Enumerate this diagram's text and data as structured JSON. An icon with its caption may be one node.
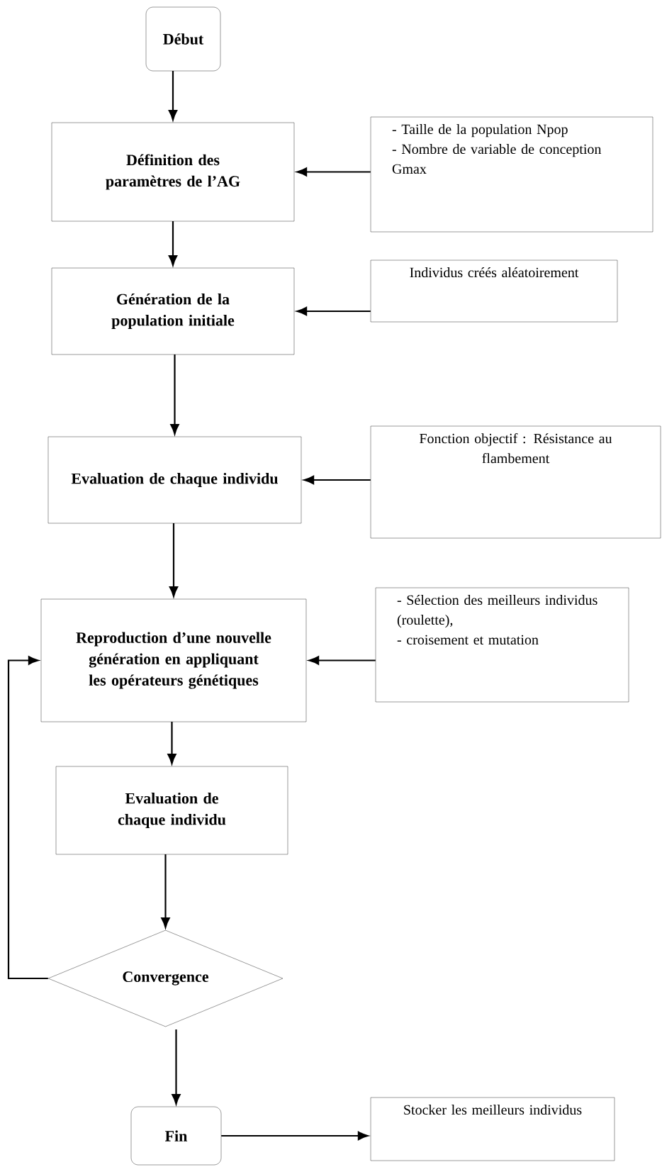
{
  "diagram": {
    "nodes": [
      {
        "text": [
          "Début"
        ]
      },
      {
        "text": [
          "Définition des paramètres de l’AG"
        ]
      },
      {
        "text": [
          "- Taille de la population Npop",
          "- Nombre de variable de conception Gmax"
        ]
      },
      {
        "text": [
          "Génération de la population initiale"
        ]
      },
      {
        "text": [
          "Individus créés aléatoirement"
        ]
      },
      {
        "text": [
          "Evaluation de chaque individu"
        ]
      },
      {
        "text": [
          "Fonction objectif : Résistance au flambement"
        ]
      },
      {
        "text": [
          "Reproduction d’une nouvelle génération en appliquant les opérateurs génétiques"
        ]
      },
      {
        "text": [
          "- Sélection des meilleurs individus (roulette),",
          "- croisement et mutation"
        ]
      },
      {
        "text": [
          "Evaluation de chaque individu"
        ]
      },
      {
        "text": [
          "Convergence"
        ]
      },
      {
        "text": [
          "Fin"
        ]
      },
      {
        "text": [
          "Stocker les meilleurs individus"
        ]
      }
    ],
    "edges": [
      {
        "from": 0,
        "to": 1,
        "arrow": "to"
      },
      {
        "from": 2,
        "to": 1,
        "arrow": "to"
      },
      {
        "from": 1,
        "to": 3,
        "arrow": "to"
      },
      {
        "from": 4,
        "to": 3,
        "arrow": "to"
      },
      {
        "from": 3,
        "to": 5,
        "arrow": "to"
      },
      {
        "from": 6,
        "to": 5,
        "arrow": "to"
      },
      {
        "from": 5,
        "to": 7,
        "arrow": "to"
      },
      {
        "from": 8,
        "to": 7,
        "arrow": "to"
      },
      {
        "from": 7,
        "to": 9,
        "arrow": "to"
      },
      {
        "from": 9,
        "to": 10,
        "arrow": "to"
      },
      {
        "from": 10,
        "to": 7,
        "arrow": "to"
      },
      {
        "from": 10,
        "to": 11,
        "arrow": "to"
      },
      {
        "from": 11,
        "to": 12,
        "arrow": "to"
      }
    ]
  }
}
